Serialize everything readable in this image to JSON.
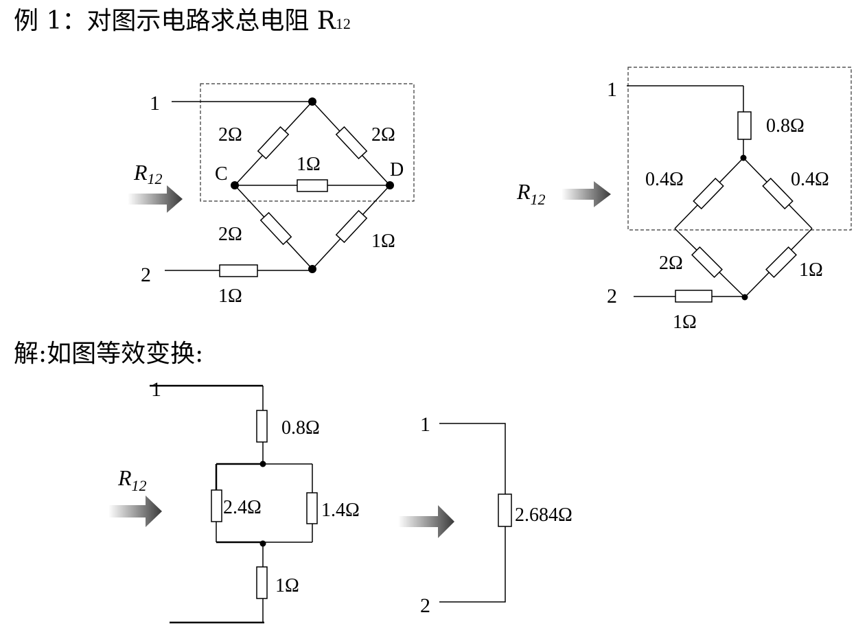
{
  "title": {
    "prefix": "例 1：对图示电路求总电阻 R",
    "subscript": "12"
  },
  "solution_heading": "解:如图等效变换:",
  "colors": {
    "ink": "#000000",
    "arrow_dark": "#3a3a3a",
    "arrow_light": "#ffffff"
  },
  "diagram1": {
    "terminal_1": "1",
    "terminal_2": "2",
    "node_c": "C",
    "node_d": "D",
    "r_top_left": "2Ω",
    "r_top_right": "2Ω",
    "r_middle": "1Ω",
    "r_bottom_left": "2Ω",
    "r_bottom_right": "1Ω",
    "r_series": "1Ω",
    "arrow_label": "R",
    "arrow_sub": "12"
  },
  "diagram2": {
    "terminal_1": "1",
    "terminal_2": "2",
    "r_top": "0.8Ω",
    "r_top_left": "0.4Ω",
    "r_top_right": "0.4Ω",
    "r_bottom_left": "2Ω",
    "r_bottom_right": "1Ω",
    "r_series": "1Ω",
    "arrow_label": "R",
    "arrow_sub": "12"
  },
  "diagram3": {
    "terminal_1": "1",
    "r_top": "0.8Ω",
    "r_left": "2.4Ω",
    "r_right": "1.4Ω",
    "r_bottom": "1Ω",
    "arrow_label": "R",
    "arrow_sub": "12"
  },
  "diagram4": {
    "terminal_1": "1",
    "terminal_2": "2",
    "r_total": "2.684Ω"
  }
}
